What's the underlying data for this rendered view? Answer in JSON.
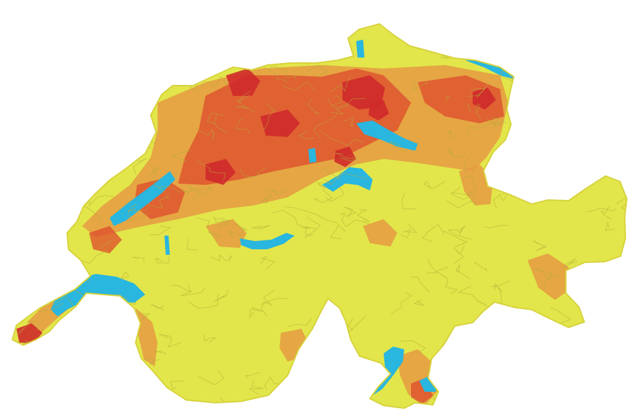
{
  "map": {
    "region": "Switzerland",
    "colors": {
      "background": "#ffffff",
      "low": "#e2e64a",
      "medium": "#e59a42",
      "high": "#dd4a2c",
      "very_high": "#cf2a2a",
      "water": "#29b6df",
      "boundary": "#b7ac3a"
    },
    "icons": {
      "lake": "water-shape",
      "hotspot": "density-patch"
    }
  }
}
